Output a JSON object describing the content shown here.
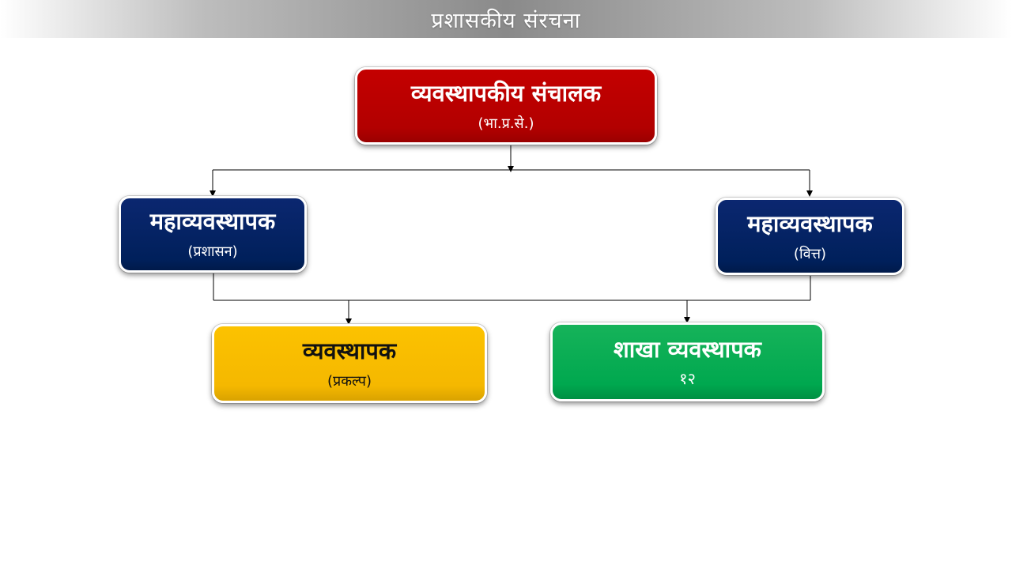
{
  "title": "प्रशासकीय संरचना",
  "nodes": {
    "managing_director": {
      "label": "व्यवस्थापकीय संचालक",
      "sub": "(भा.प्र.से.)",
      "color": "#b20000"
    },
    "gm_admin": {
      "label": "महाव्यवस्थापक",
      "sub": "(प्रशासन)",
      "color": "#00205b"
    },
    "gm_finance": {
      "label": "महाव्यवस्थापक",
      "sub": "(वित्त)",
      "color": "#00205b"
    },
    "manager_project": {
      "label": "व्यवस्थापक",
      "sub": "(प्रकल्प)",
      "color": "#f5b800"
    },
    "branch_manager": {
      "label": "शाखा व्यवस्थापक",
      "sub": "१२",
      "color": "#00a84f"
    }
  },
  "edges": [
    [
      "managing_director",
      "gm_admin"
    ],
    [
      "managing_director",
      "gm_finance"
    ],
    [
      "gm_admin",
      "manager_project"
    ],
    [
      "gm_finance",
      "branch_manager"
    ]
  ]
}
